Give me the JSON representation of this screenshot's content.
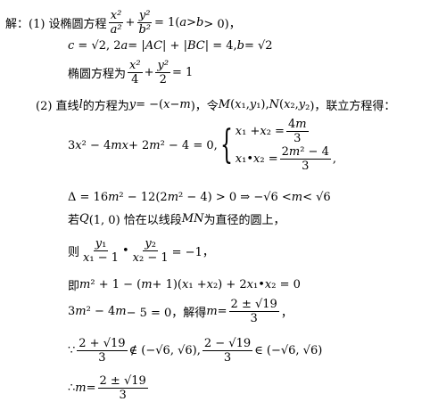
{
  "lines": {
    "l1": "解：(1) 设椭圆方程 x²/a² + y²/b² = 1(a > b > 0)，",
    "l2": "c = √2, 2a = |AC| + |BC| = 4, b = √2",
    "l3": "椭圆方程为 x²/4 + y²/2 = 1",
    "l4": "(2) 直线 l 的方程为 y = −(x − m)，令 M(x₁, y₁), N(x₂, y₂)，联立方程得：",
    "l5a": "3x² − 4mx + 2m² − 4 = 0,",
    "l5b": "x₁ + x₂ = 4m/3",
    "l5c": "x₁•x₂ = (2m² − 4)/3",
    "l6": "Δ = 16m² − 12(2m² − 4) > 0 ⇒ −√6 < m < √6",
    "l7": "若 Q(1, 0) 恰在以线段 MN 为直径的圆上，",
    "l8": "则 y₁/(x₁ − 1) • y₂/(x₂ − 1) = −1，",
    "l9": "即 m² + 1 − (m + 1)(x₁ + x₂) + 2x₁•x₂ = 0",
    "l10": "3m² − 4m − 5 = 0，解得 m = (2 ± √19)/3，",
    "l11": "∵ (2 + √19)/3 ∉ (−√6, √6), (2 − √19)/3 ∈ (−√6, √6)",
    "l12": "∴ m = (2 ± √19)/3"
  }
}
